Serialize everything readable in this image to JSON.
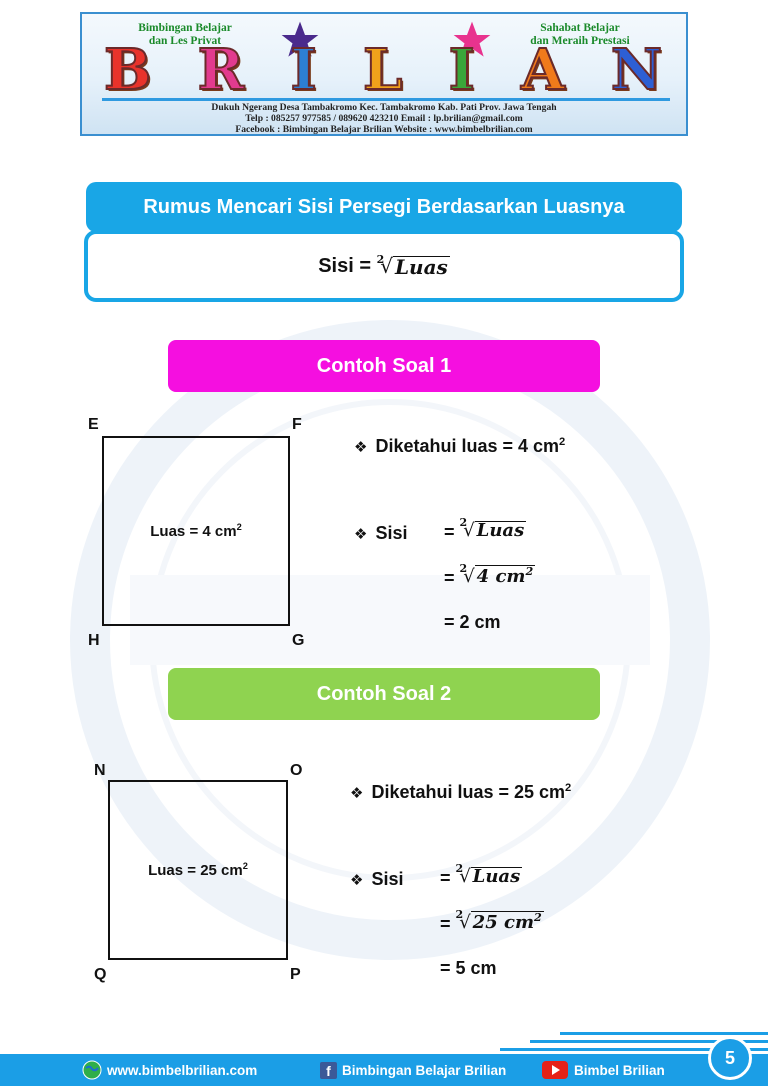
{
  "header": {
    "tagline_left": "Bimbingan Belajar\ndan Les Privat",
    "tagline_right": "Sahabat Belajar\ndan Meraih Prestasi",
    "brand_letters": [
      "B",
      "R",
      "I",
      "L",
      "I",
      "A",
      "N"
    ],
    "address": "Dukuh Ngerang Desa Tambakromo Kec. Tambakromo Kab. Pati Prov. Jawa Tengah",
    "contact": "Telp : 085257 977585 / 089620 423210    Email : lp.brilian@gmail.com",
    "social": "Facebook : Bimbingan Belajar Brilian      Website : www.bimbelbrilian.com"
  },
  "title": "Rumus Mencari Sisi Persegi Berdasarkan Luasnya",
  "formula": {
    "lhs": "Sisi = ",
    "index": "2",
    "radicand": "Luas"
  },
  "examples": [
    {
      "heading": "Contoh Soal 1",
      "corners": {
        "tl": "E",
        "tr": "F",
        "bl": "H",
        "br": "G"
      },
      "square_label": "Luas = 4 cm",
      "known": "Diketahui luas = 4 cm",
      "sisi_label": "Sisi",
      "step1_index": "2",
      "step1_radicand": "Luas",
      "step2_index": "2",
      "step2_radicand": "4 cm",
      "result": "= 2 cm"
    },
    {
      "heading": "Contoh Soal 2",
      "corners": {
        "tl": "N",
        "tr": "O",
        "bl": "Q",
        "br": "P"
      },
      "square_label": "Luas = 25 cm",
      "known": "Diketahui luas = 25 cm",
      "sisi_label": "Sisi",
      "step1_index": "2",
      "step1_radicand": "Luas",
      "step2_index": "2",
      "step2_radicand": "25 cm",
      "result": "= 5 cm"
    }
  ],
  "equals": "=",
  "superscript": "2",
  "footer": {
    "website": "www.bimbelbrilian.com",
    "facebook": "Bimbingan Belajar Brilian",
    "youtube": "Bimbel Brilian",
    "page_number": "5"
  },
  "colors": {
    "title_bar": "#19a6e6",
    "example1": "#f50fe0",
    "example2": "#8fd350",
    "footer": "#1b9ee6"
  }
}
